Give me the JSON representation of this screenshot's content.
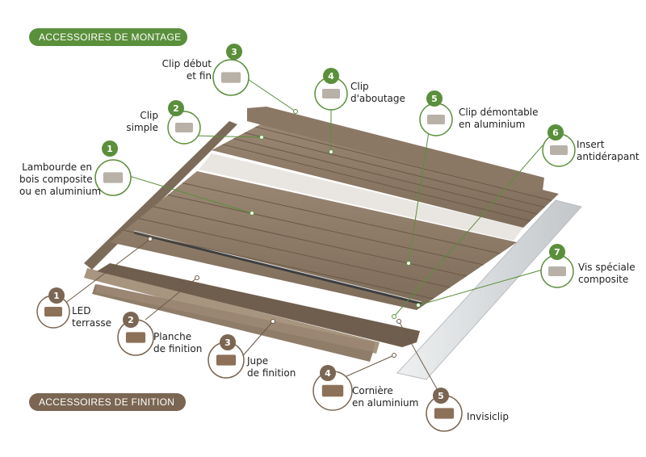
{
  "sections": {
    "montage": "ACCESSOIRES DE MONTAGE",
    "finition": "ACCESSOIRES DE FINITION"
  },
  "colors": {
    "montage_green": "#5a8f3b",
    "finition_brown": "#7a6652",
    "board": "#8c7a67",
    "board_dark": "#6e5d4c",
    "aluminium": "#d7dadc"
  },
  "montage_items": [
    {
      "number": "1",
      "line1": "Lambourde en",
      "line2": "bois composite",
      "line3": "ou en aluminium",
      "icon": "joist-icon"
    },
    {
      "number": "2",
      "line1": "Clip",
      "line2": "simple",
      "icon": "simple-clip-icon"
    },
    {
      "number": "3",
      "line1": "Clip début",
      "line2": "et fin",
      "icon": "start-end-clip-icon"
    },
    {
      "number": "4",
      "line1": "Clip",
      "line2": "d'aboutage",
      "icon": "butt-joint-clip-icon"
    },
    {
      "number": "5",
      "line1": "Clip démontable",
      "line2": "en aluminium",
      "icon": "removable-clip-icon"
    },
    {
      "number": "6",
      "line1": "Insert",
      "line2": "antidérapant",
      "icon": "anti-slip-insert-icon"
    },
    {
      "number": "7",
      "line1": "Vis spéciale",
      "line2": "composite",
      "icon": "screw-icon"
    }
  ],
  "finition_items": [
    {
      "number": "1",
      "line1": "LED",
      "line2": "terrasse",
      "icon": "led-icon"
    },
    {
      "number": "2",
      "line1": "Planche",
      "line2": "de finition",
      "icon": "finishing-board-icon"
    },
    {
      "number": "3",
      "line1": "Jupe",
      "line2": "de finition",
      "icon": "skirting-icon"
    },
    {
      "number": "4",
      "line1": "Cornière",
      "line2": "en aluminium",
      "icon": "aluminium-angle-icon"
    },
    {
      "number": "5",
      "line1": "Invisiclip",
      "icon": "invisiclip-icon"
    }
  ]
}
